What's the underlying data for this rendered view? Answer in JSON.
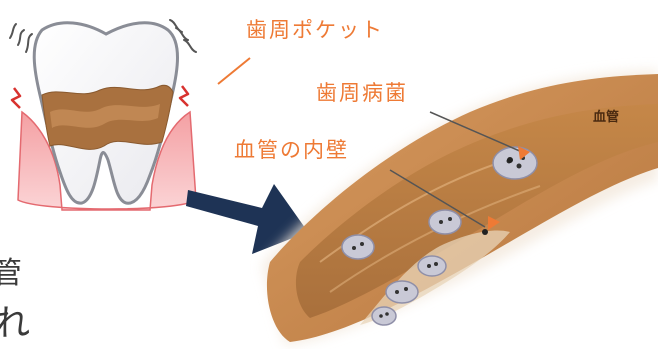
{
  "labels": {
    "periodontal_pocket": "歯周ポケット",
    "periodontal_bacteria": "歯周病菌",
    "vessel_inner_wall": "血管の内壁",
    "blood_vessel": "血管"
  },
  "cut_off_text": {
    "line1": "管",
    "line2": "れ"
  },
  "colors": {
    "label_orange": "#ee7a35",
    "arrow_navy": "#1e3355",
    "gum_pink": "#f28a8f",
    "tartar_brown": "#9c6a3c",
    "vessel_wall": "#c98a50",
    "vessel_lumen": "#b27642",
    "bacteria": "#c9c9d6"
  },
  "icons": {
    "tooth": "tooth-with-plaque-icon",
    "arrow": "navy-arrow-icon"
  }
}
